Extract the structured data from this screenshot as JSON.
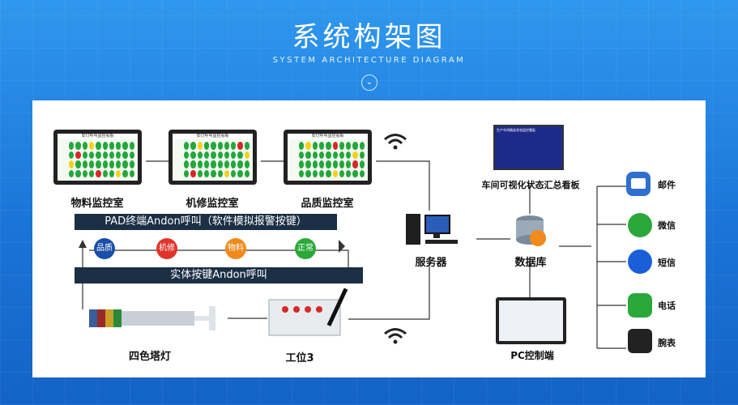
{
  "header": {
    "title": "系统构架图",
    "subtitle": "SYSTEM ARCHITECTURE DIAGRAM",
    "down_glyph": "⌄"
  },
  "monitors": {
    "screen_title": "安灯呼叫监控看板",
    "labels": [
      "物料监控室",
      "机修监控室",
      "品质监控室"
    ]
  },
  "pad_bar": "PAD终端Andon呼叫（软件模拟报警按键）",
  "buttons": [
    {
      "label": "品质",
      "color": "#1b4fa8"
    },
    {
      "label": "机修",
      "color": "#e0352b"
    },
    {
      "label": "物料",
      "color": "#f08a1c"
    },
    {
      "label": "正常",
      "color": "#2aa83a"
    }
  ],
  "physical_bar": "实体按键Andon呼叫",
  "tower_label": "四色塔灯",
  "station_label": "工位3",
  "server_label": "服务器",
  "dashboard_label": "车间可视化状态汇总看板",
  "dashboard_screen_title": "生产车间精益状态监控看板",
  "database_label": "数据库",
  "pc_label": "PC控制端",
  "notify": [
    {
      "label": "邮件",
      "icon": "mail-icon"
    },
    {
      "label": "微信",
      "icon": "wechat-icon"
    },
    {
      "label": "短信",
      "icon": "sms-icon"
    },
    {
      "label": "电话",
      "icon": "phone-icon"
    },
    {
      "label": "腕表",
      "icon": "watch-icon"
    }
  ],
  "colors": {
    "bg": "#1b74d8",
    "bar": "#1b2f45",
    "green": "#2aa83a"
  }
}
